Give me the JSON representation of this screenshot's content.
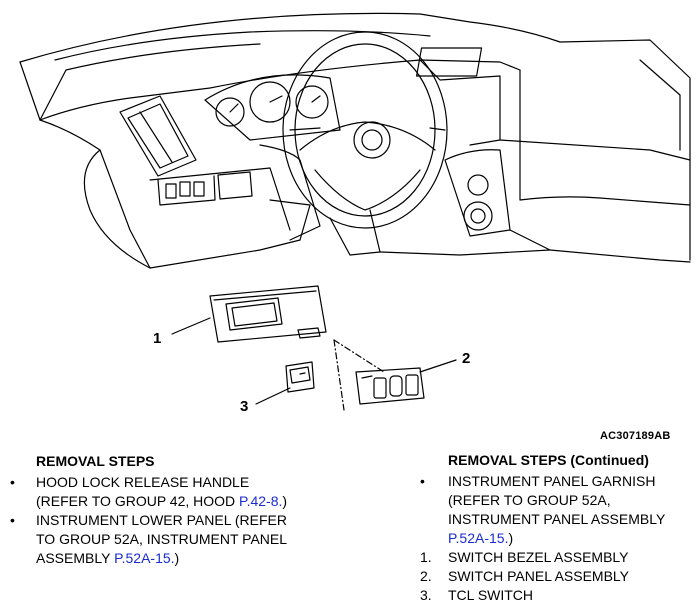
{
  "figure": {
    "code": "AC307189AB",
    "callouts": [
      "1",
      "2",
      "3"
    ]
  },
  "removal_steps": {
    "title": "REMOVAL STEPS",
    "items": [
      {
        "lines": [
          "HOOD LOCK RELEASE HANDLE",
          "(REFER TO GROUP 42, HOOD "
        ],
        "link": "P.42-8.",
        "tail": ")"
      },
      {
        "lines": [
          "INSTRUMENT LOWER PANEL (REFER",
          "TO GROUP 52A, INSTRUMENT PANEL",
          "ASSEMBLY "
        ],
        "link": "P.52A-15.",
        "tail": ")"
      }
    ]
  },
  "removal_steps_continued": {
    "title": "REMOVAL STEPS (Continued)",
    "bullet_item": {
      "lines": [
        "INSTRUMENT PANEL GARNISH",
        "(REFER TO GROUP 52A,",
        "INSTRUMENT PANEL ASSEMBLY"
      ],
      "link": "P.52A-15.",
      "tail": ")"
    },
    "numbered": [
      {
        "num": "1.",
        "label": "SWITCH BEZEL ASSEMBLY"
      },
      {
        "num": "2.",
        "label": "SWITCH PANEL ASSEMBLY"
      },
      {
        "num": "3.",
        "label": "TCL SWITCH"
      }
    ]
  },
  "colors": {
    "link": "#1a2bd1",
    "text": "#000000"
  }
}
